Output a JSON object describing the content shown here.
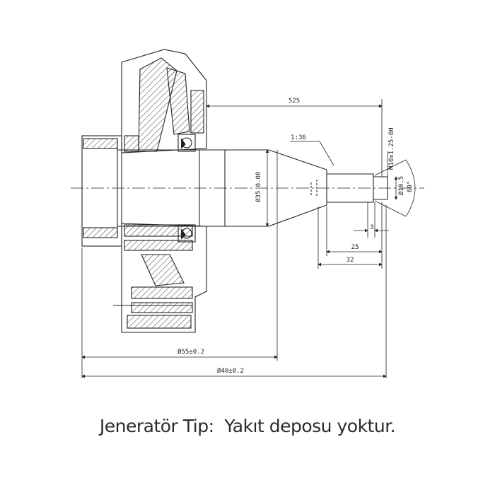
{
  "dimensions": {
    "length_top": "525",
    "taper": "1:36",
    "thread": "M10x1.25-6H",
    "shaft_diameter": "Ø35 0.08",
    "small_diameter": "Ø10.5",
    "angle": "60°",
    "d3": "3",
    "d25": "25",
    "d32": "32",
    "bottom1": "Ø55±0.2",
    "bottom2": "Ø40±0.2"
  },
  "caption": {
    "label": "Jeneratör Tip:",
    "text": "Yakıt deposu yoktur."
  }
}
